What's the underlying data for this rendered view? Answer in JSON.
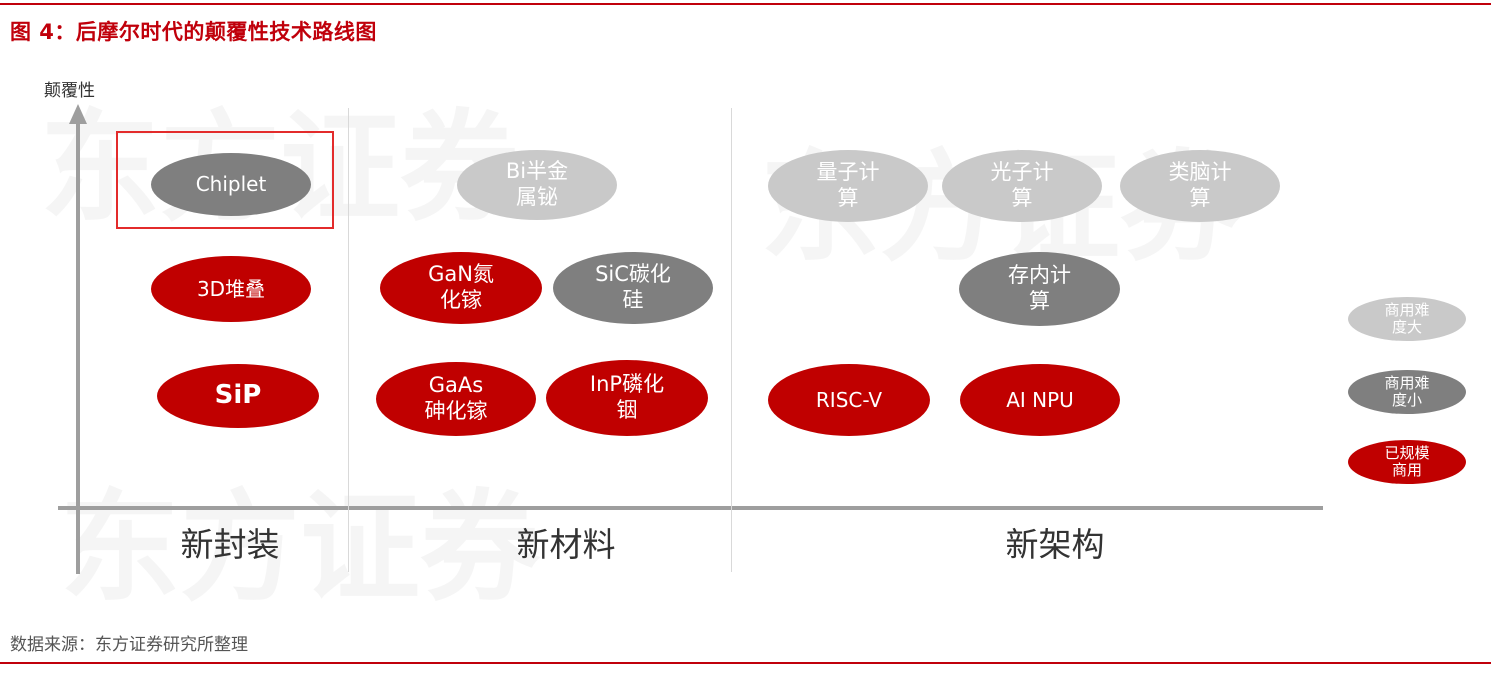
{
  "figure_title": "图 4：后摩尔时代的颠覆性技术路线图",
  "y_axis_label": "颠覆性",
  "categories": [
    "新封装",
    "新材料",
    "新架构"
  ],
  "technologies": [
    {
      "label": "Chiplet",
      "category": "新封装",
      "status": "商用难度小",
      "highlighted": true
    },
    {
      "label": "3D堆叠",
      "category": "新封装",
      "status": "已规模商用"
    },
    {
      "label": "SiP",
      "category": "新封装",
      "status": "已规模商用"
    },
    {
      "label": "Bi半金\n属铋",
      "category": "新材料",
      "status": "商用难度大"
    },
    {
      "label": "GaN氮\n化镓",
      "category": "新材料",
      "status": "已规模商用"
    },
    {
      "label": "SiC碳化\n硅",
      "category": "新材料",
      "status": "商用难度小"
    },
    {
      "label": "GaAs\n砷化镓",
      "category": "新材料",
      "status": "已规模商用"
    },
    {
      "label": "InP磷化\n铟",
      "category": "新材料",
      "status": "已规模商用"
    },
    {
      "label": "量子计\n算",
      "category": "新架构",
      "status": "商用难度大"
    },
    {
      "label": "光子计\n算",
      "category": "新架构",
      "status": "商用难度大"
    },
    {
      "label": "类脑计\n算",
      "category": "新架构",
      "status": "商用难度大"
    },
    {
      "label": "存内计\n算",
      "category": "新架构",
      "status": "商用难度小"
    },
    {
      "label": "RISC-V",
      "category": "新架构",
      "status": "已规模商用"
    },
    {
      "label": "AI NPU",
      "category": "新架构",
      "status": "已规模商用"
    }
  ],
  "legend": [
    {
      "label": "商用难\n度大",
      "color": "#c9c9c9"
    },
    {
      "label": "商用难\n度小",
      "color": "#7f7f7f"
    },
    {
      "label": "已规模\n商用",
      "color": "#c00000"
    }
  ],
  "colors": {
    "accent": "#c0000b",
    "red": "#c00000",
    "dark_gray": "#7f7f7f",
    "light_gray": "#c9c9c9"
  },
  "source": "数据来源：东方证券研究所整理",
  "watermark": "东方证券"
}
